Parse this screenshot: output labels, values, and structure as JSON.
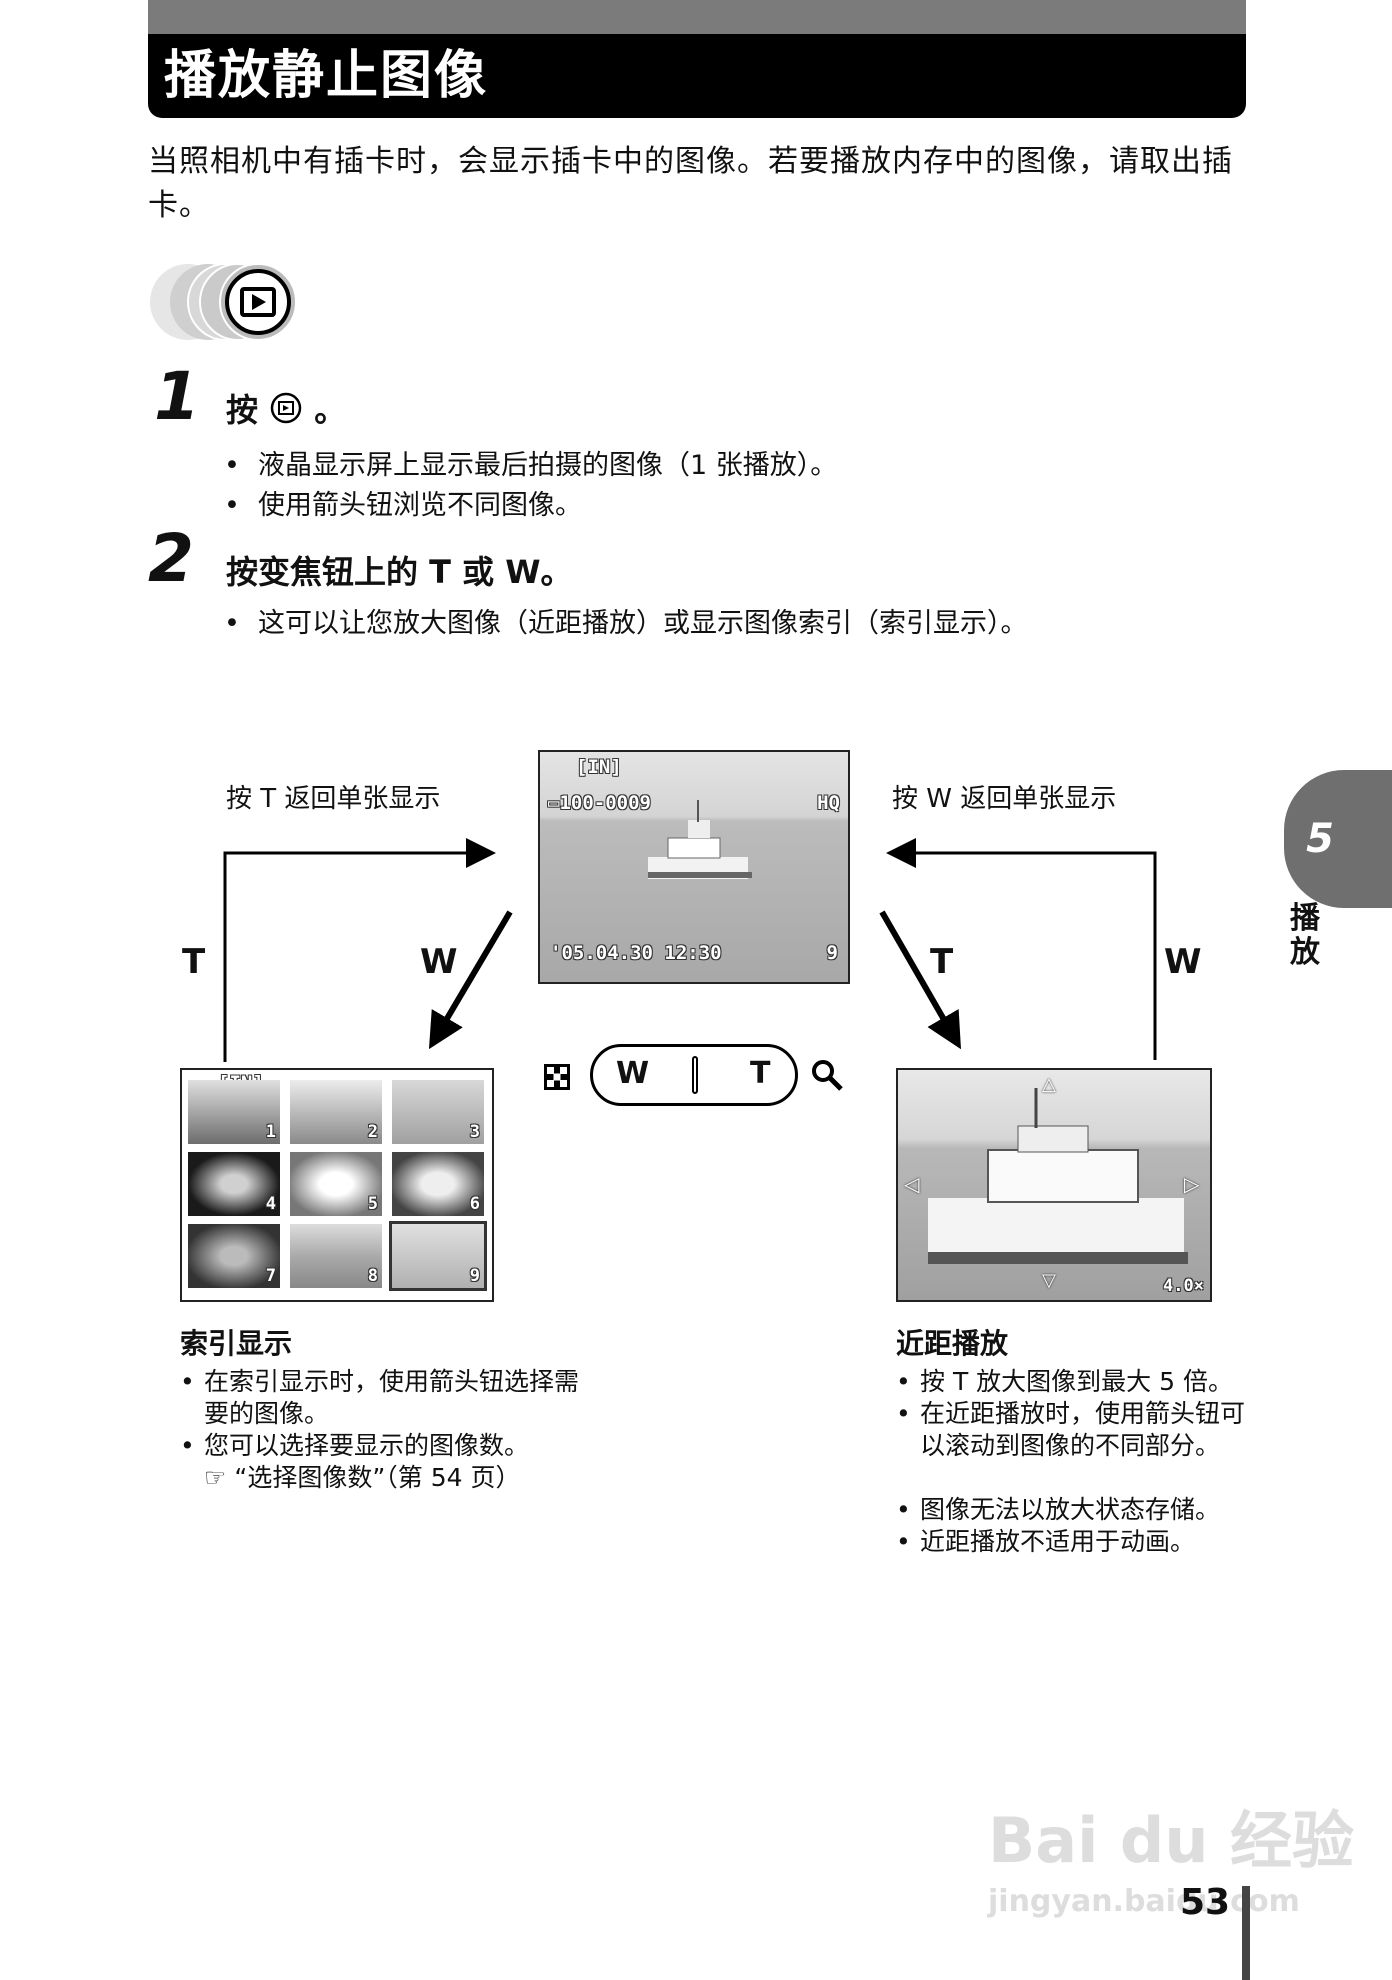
{
  "title": "播放静止图像",
  "intro": "当照相机中有插卡时，会显示插卡中的图像。若要播放内存中的图像，请取出插卡。",
  "mode_icon": "playback-mode-icon",
  "steps": [
    {
      "num": "1",
      "text_prefix": "按",
      "text_suffix": "。",
      "icon": "playback-button-icon",
      "bullets": [
        "液晶显示屏上显示最后拍摄的图像（1 张播放）。",
        "使用箭头钮浏览不同图像。"
      ]
    },
    {
      "num": "2",
      "text": "按变焦钮上的 T 或 W。",
      "bullets": [
        "这可以让您放大图像（近距播放）或显示图像索引（索引显示）。"
      ]
    }
  ],
  "diagram": {
    "left_caption": "按 T 返回单张显示",
    "right_caption": "按 W 返回单张显示",
    "label_T_left": "T",
    "label_W_left": "W",
    "label_T_right": "T",
    "label_W_right": "W",
    "single": {
      "memory": "[IN]",
      "file": "100-0009",
      "quality": "HQ",
      "datetime": "'05.04.30 12:30",
      "frame": "9"
    },
    "index": {
      "memory": "[IN]",
      "thumbs": [
        "1",
        "2",
        "3",
        "4",
        "5",
        "6",
        "7",
        "8",
        "9"
      ]
    },
    "zoom_lever": {
      "w": "W",
      "t": "T"
    },
    "closeup": {
      "zoom": "4.0×"
    }
  },
  "index_section": {
    "heading": "索引显示",
    "items": [
      "在索引显示时，使用箭头钮选择需要的图像。",
      "您可以选择要显示的图像数。"
    ],
    "ref": "“选择图像数”（第 54 页）"
  },
  "closeup_section": {
    "heading": "近距播放",
    "items": [
      "按 T 放大图像到最大 5 倍。",
      "在近距播放时，使用箭头钮可以滚动到图像的不同部分。",
      "图像无法以放大状态存储。",
      "近距播放不适用于动画。"
    ]
  },
  "chapter": {
    "number": "5",
    "label": "播放"
  },
  "page_number": "53",
  "watermark": {
    "line1": "Bai du 经验",
    "line2": "jingyan.baidu.com"
  }
}
